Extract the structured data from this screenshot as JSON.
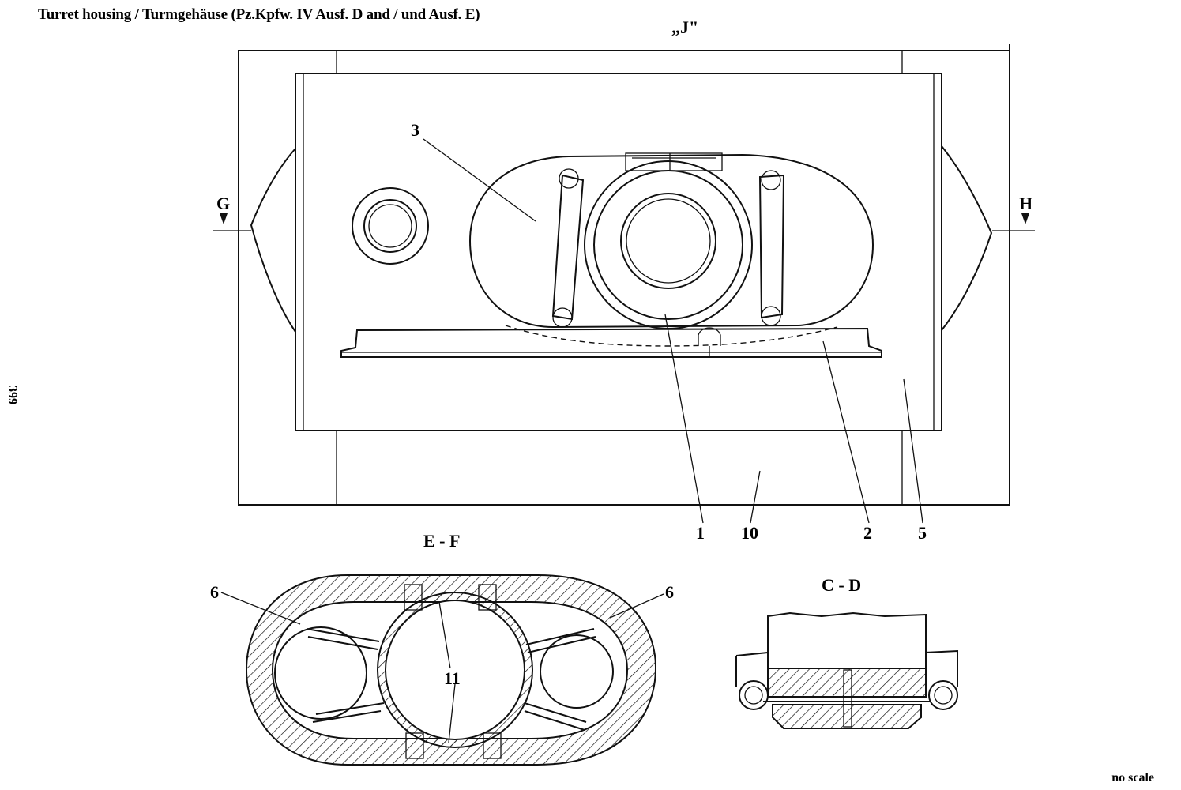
{
  "header": {
    "title": "Turret housing / Turmgehäuse (Pz.Kpfw. IV Ausf. D and / und Ausf. E)"
  },
  "page_number": "399",
  "view_label": "„J\"",
  "section_marks": {
    "left": "G",
    "right": "H"
  },
  "callouts": {
    "c3": "3",
    "c1": "1",
    "c10": "10",
    "c2": "2",
    "c5": "5",
    "c6a": "6",
    "c6b": "6",
    "c11": "11"
  },
  "sections": {
    "ef": "E - F",
    "cd": "C - D"
  },
  "footer": {
    "scale_note": "no scale"
  }
}
